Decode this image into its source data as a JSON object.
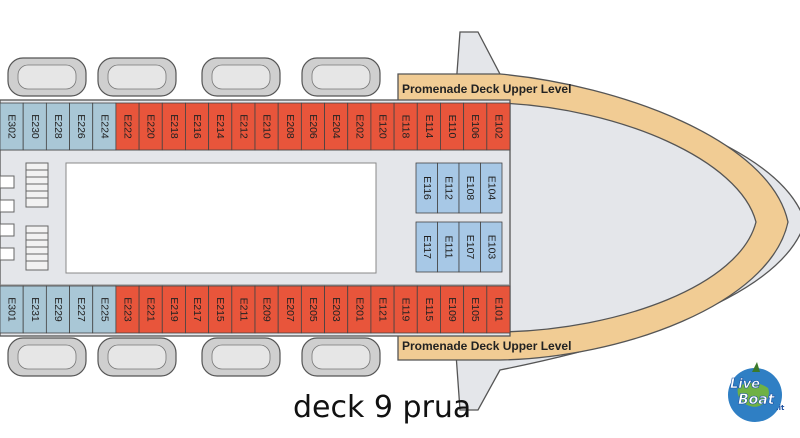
{
  "colors": {
    "balcony": "#e8553b",
    "inside": "#a7c8e6",
    "oceanview": "#a9c7d6",
    "hull": "#e4e6ea",
    "promenade": "#f1cc94",
    "lifeboat": "#cfcfcf"
  },
  "diagram": {
    "caption": "deck 9 prua",
    "promenade_top_label": "Promenade Deck Upper Level",
    "promenade_bottom_label": "Promenade Deck Upper Level",
    "logo": {
      "word1": "Live",
      "word2": "Boat",
      "suffix": ".it"
    },
    "top_row_cabins": [
      {
        "id": "E302",
        "type": "oceanview"
      },
      {
        "id": "E230",
        "type": "oceanview"
      },
      {
        "id": "E228",
        "type": "oceanview"
      },
      {
        "id": "E226",
        "type": "oceanview"
      },
      {
        "id": "E224",
        "type": "oceanview"
      },
      {
        "id": "E222",
        "type": "balcony"
      },
      {
        "id": "E220",
        "type": "balcony"
      },
      {
        "id": "E218",
        "type": "balcony"
      },
      {
        "id": "E216",
        "type": "balcony"
      },
      {
        "id": "E214",
        "type": "balcony"
      },
      {
        "id": "E212",
        "type": "balcony"
      },
      {
        "id": "E210",
        "type": "balcony"
      },
      {
        "id": "E208",
        "type": "balcony"
      },
      {
        "id": "E206",
        "type": "balcony"
      },
      {
        "id": "E204",
        "type": "balcony"
      },
      {
        "id": "E202",
        "type": "balcony"
      },
      {
        "id": "E120",
        "type": "balcony"
      },
      {
        "id": "E118",
        "type": "balcony"
      },
      {
        "id": "E114",
        "type": "balcony"
      },
      {
        "id": "E110",
        "type": "balcony"
      },
      {
        "id": "E106",
        "type": "balcony"
      },
      {
        "id": "E102",
        "type": "balcony"
      }
    ],
    "bottom_row_cabins": [
      {
        "id": "E301",
        "type": "oceanview"
      },
      {
        "id": "E231",
        "type": "oceanview"
      },
      {
        "id": "E229",
        "type": "oceanview"
      },
      {
        "id": "E227",
        "type": "oceanview"
      },
      {
        "id": "E225",
        "type": "oceanview"
      },
      {
        "id": "E223",
        "type": "balcony"
      },
      {
        "id": "E221",
        "type": "balcony"
      },
      {
        "id": "E219",
        "type": "balcony"
      },
      {
        "id": "E217",
        "type": "balcony"
      },
      {
        "id": "E215",
        "type": "balcony"
      },
      {
        "id": "E211",
        "type": "balcony"
      },
      {
        "id": "E209",
        "type": "balcony"
      },
      {
        "id": "E207",
        "type": "balcony"
      },
      {
        "id": "E205",
        "type": "balcony"
      },
      {
        "id": "E203",
        "type": "balcony"
      },
      {
        "id": "E201",
        "type": "balcony"
      },
      {
        "id": "E121",
        "type": "balcony"
      },
      {
        "id": "E119",
        "type": "balcony"
      },
      {
        "id": "E115",
        "type": "balcony"
      },
      {
        "id": "E109",
        "type": "balcony"
      },
      {
        "id": "E105",
        "type": "balcony"
      },
      {
        "id": "E101",
        "type": "balcony"
      }
    ],
    "inner_top_cabins": [
      {
        "id": "E116",
        "type": "inside"
      },
      {
        "id": "E112",
        "type": "inside"
      },
      {
        "id": "E108",
        "type": "inside"
      },
      {
        "id": "E104",
        "type": "inside"
      }
    ],
    "inner_bottom_cabins": [
      {
        "id": "E117",
        "type": "inside"
      },
      {
        "id": "E111",
        "type": "inside"
      },
      {
        "id": "E107",
        "type": "inside"
      },
      {
        "id": "E103",
        "type": "inside"
      }
    ]
  }
}
